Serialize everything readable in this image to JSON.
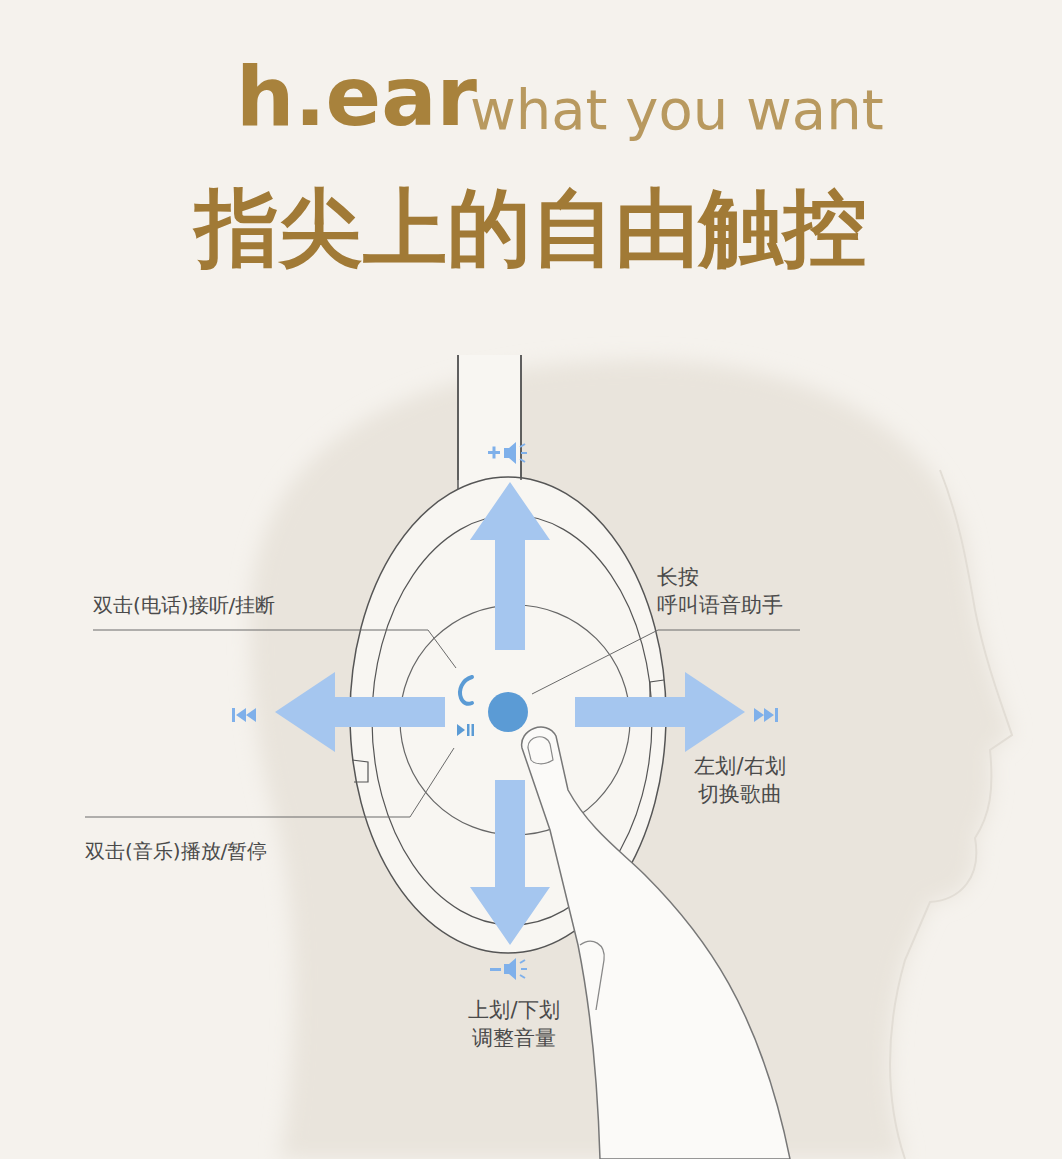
{
  "diagram": {
    "title": "指尖上的自由触控",
    "labels": [
      "h.ear",
      "what you want",
      "双击(电话)接听/挂断",
      "长按 呼叫语音助手",
      "双击(音乐)播放/暂停",
      "左划/右划 切换歌曲",
      "上划/下划 调整音量"
    ]
  }
}
